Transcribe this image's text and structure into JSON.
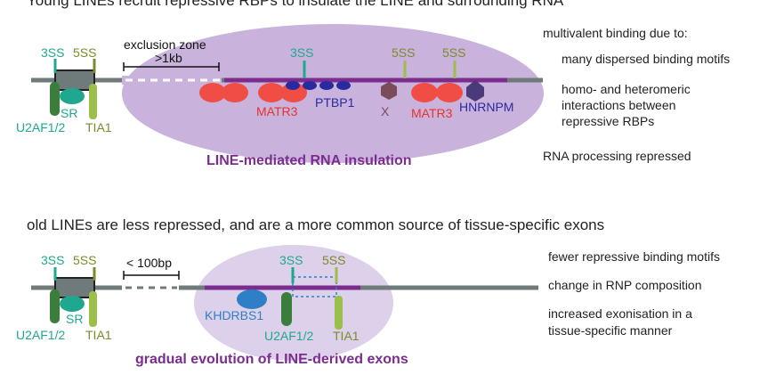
{
  "top": {
    "heading": "Young LINEs recruit repressive RBPs to insulate the LINE and surrounding RNA",
    "ss_left_3": "3SS",
    "ss_left_5": "5SS",
    "exclusion_zone": "exclusion zone",
    "exclusion_size": ">1kb",
    "ss_mid_3": "3SS",
    "ss_mid_5a": "5SS",
    "ss_mid_5b": "5SS",
    "u2af": "U2AF1/2",
    "sr": "SR",
    "tia1": "TIA1",
    "matr3_a": "MATR3",
    "ptbp1": "PTBP1",
    "x": "X",
    "matr3_b": "MATR3",
    "hnrnpm": "HNRNPM",
    "caption": "LINE-mediated RNA insulation",
    "notes": {
      "title": "multivalent binding due to:",
      "item1": "many dispersed binding motifs",
      "item2_line1": "homo- and heteromeric",
      "item2_line2": "interactions between",
      "item2_line3": "repressive RBPs",
      "summary": "RNA processing repressed"
    }
  },
  "bottom": {
    "heading": "old LINEs are less repressed, and are a more common source of tissue-specific exons",
    "ss_left_3": "3SS",
    "ss_left_5": "5SS",
    "distance": "< 100bp",
    "ss_mid_3": "3SS",
    "ss_mid_5": "5SS",
    "u2af": "U2AF1/2",
    "sr": "SR",
    "tia1": "TIA1",
    "khdrbs1": "KHDRBS1",
    "u2af_mid": "U2AF1/2",
    "tia1_mid": "TIA1",
    "caption": "gradual evolution of LINE-derived exons",
    "notes": {
      "item1": "fewer repressive binding motifs",
      "item2": "change in RNP composition",
      "item3_line1": "increased exonisation in a",
      "item3_line2": "tissue-specific manner"
    }
  },
  "colors": {
    "gray_line": "#6f7b7b",
    "purple_line": "#7b2d8e",
    "ellipse_top": "#c9b2dc",
    "ellipse_bottom": "#ddd0ea",
    "teal": "#1fa88f",
    "olive": "#7d8a2a",
    "dark_green": "#3b7d3b",
    "light_green": "#9bbf4a",
    "red": "#f04e44",
    "navy": "#2a2aa0",
    "brown": "#7a4c5a",
    "hnrnpm": "#4a3a7a",
    "blue": "#2f7fc7",
    "caption_purple": "#7b2d8e"
  }
}
